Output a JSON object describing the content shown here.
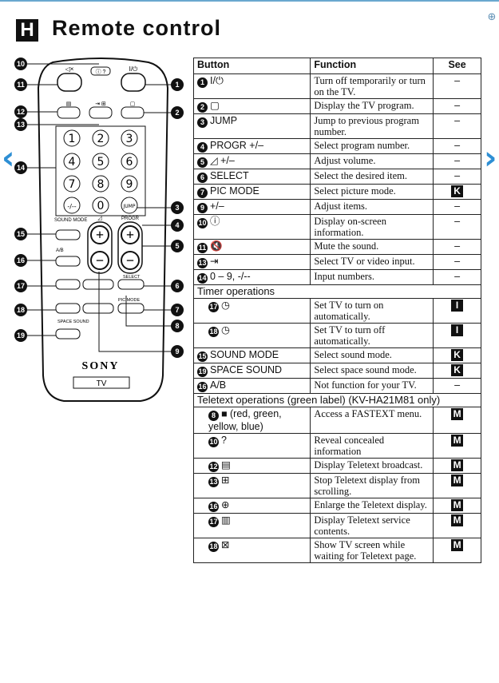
{
  "section": {
    "letter": "H",
    "title": "Remote control"
  },
  "nav": {
    "prev_icon": "chevron-left-icon",
    "next_icon": "chevron-right-icon",
    "zoom_icon": "zoom-in-icon"
  },
  "remote": {
    "digits": [
      "1",
      "2",
      "3",
      "4",
      "5",
      "6",
      "7",
      "8",
      "9",
      "-/--",
      "0"
    ],
    "jump_label": "JUMP",
    "progr_label": "PROGR",
    "sound_mode_label": "SOUND MODE",
    "ab_label": "A/B",
    "select_label": "SELECT",
    "pic_mode_label": "PIC MODE",
    "space_sound_label": "SPACE SOUND",
    "brand": "SONY",
    "model_label": "TV",
    "callouts_left": [
      "10",
      "11",
      "12",
      "13",
      "14",
      "15",
      "16",
      "17",
      "18",
      "19"
    ],
    "callouts_right": [
      "1",
      "2",
      "3",
      "4",
      "5",
      "6",
      "7",
      "8",
      "9"
    ]
  },
  "table": {
    "headers": {
      "button": "Button",
      "function": "Function",
      "see": "See"
    },
    "rows": [
      {
        "num": "1",
        "button": "I/⏻",
        "function": "Turn off temporarily or turn on the TV.",
        "see": "–"
      },
      {
        "num": "2",
        "button": "▢",
        "function": "Display the TV program.",
        "see": "–"
      },
      {
        "num": "3",
        "button": "JUMP",
        "function": "Jump to previous program number.",
        "see": "–"
      },
      {
        "num": "4",
        "button": "PROGR +/–",
        "function": "Select program number.",
        "see": "–"
      },
      {
        "num": "5",
        "button": "◿ +/–",
        "function": "Adjust volume.",
        "see": "–"
      },
      {
        "num": "6",
        "button": "SELECT",
        "function": "Select the desired item.",
        "see": "–"
      },
      {
        "num": "7",
        "button": "PIC MODE",
        "function": "Select picture mode.",
        "see": "K"
      },
      {
        "num": "9",
        "button": "+/–",
        "function": "Adjust items.",
        "see": "–"
      },
      {
        "num": "10",
        "button": "ⓘ",
        "function": "Display on-screen information.",
        "see": "–"
      },
      {
        "num": "11",
        "button": "🔇",
        "function": "Mute the sound.",
        "see": "–"
      },
      {
        "num": "13",
        "button": "⇥",
        "function": "Select TV or video input.",
        "see": "–"
      },
      {
        "num": "14",
        "button": "0 – 9, -/--",
        "function": "Input numbers.",
        "see": "–"
      }
    ],
    "timer_title": "Timer operations",
    "timer_rows": [
      {
        "num": "17",
        "button": "◷",
        "function": "Set TV to turn on automatically.",
        "see": "I"
      },
      {
        "num": "18",
        "button": "◷",
        "function": "Set TV to turn off automatically.",
        "see": "I"
      }
    ],
    "extra_rows": [
      {
        "num": "15",
        "button": "SOUND MODE",
        "function": "Select sound mode.",
        "see": "K"
      },
      {
        "num": "19",
        "button": "SPACE SOUND",
        "function": "Select space sound mode.",
        "see": "K"
      },
      {
        "num": "16",
        "button": "A/B",
        "function": "Not function for your TV.",
        "see": "–"
      }
    ],
    "teletext_title": "Teletext operations (green label) (KV-HA21M81 only)",
    "teletext_rows": [
      {
        "num": "8",
        "button": "■ (red, green, yellow, blue)",
        "function": "Access a FASTEXT menu.",
        "see": "M"
      },
      {
        "num": "10",
        "button": "?",
        "function": "Reveal concealed information",
        "see": "M"
      },
      {
        "num": "12",
        "button": "▤",
        "function": "Display Teletext broadcast.",
        "see": "M"
      },
      {
        "num": "13",
        "button": "⊞",
        "function": "Stop Teletext display from scrolling.",
        "see": "M"
      },
      {
        "num": "16",
        "button": "⊕",
        "function": "Enlarge the Teletext display.",
        "see": "M"
      },
      {
        "num": "17",
        "button": "▥",
        "function": "Display Teletext service contents.",
        "see": "M"
      },
      {
        "num": "18",
        "button": "⊠",
        "function": "Show TV screen while waiting for Teletext page.",
        "see": "M"
      }
    ]
  }
}
